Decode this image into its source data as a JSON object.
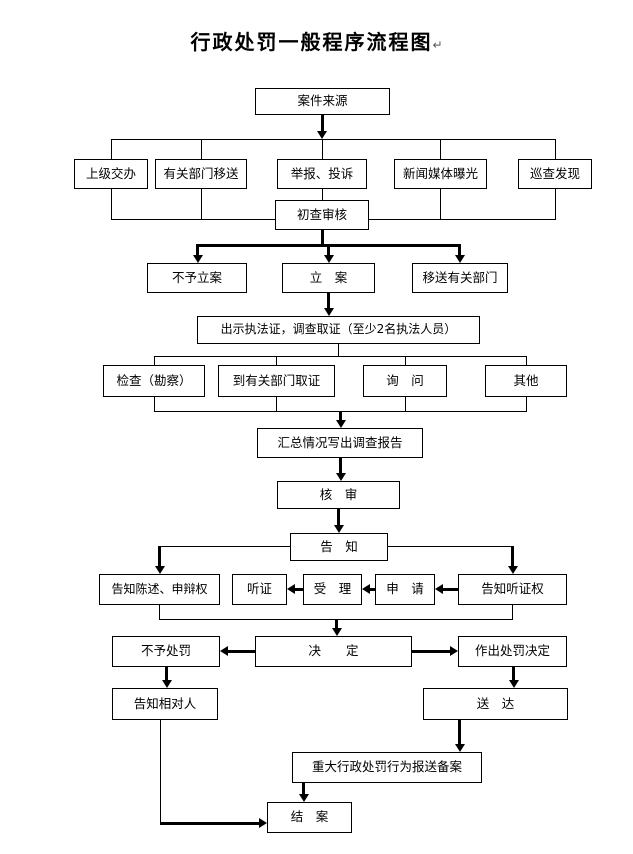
{
  "page": {
    "title": "行政处罚一般程序流程图",
    "paragraph_mark": "↵"
  },
  "nodes": {
    "case_source": {
      "label": "案件来源"
    },
    "superior_assign": {
      "label": "上级交办"
    },
    "dept_transfer_in": {
      "label": "有关部门移送"
    },
    "report_complaint": {
      "label": "举报、投诉"
    },
    "media_exposure": {
      "label": "新闻媒体曝光"
    },
    "patrol_discovery": {
      "label": "巡查发现"
    },
    "initial_review": {
      "label": "初查审核"
    },
    "no_case_filing": {
      "label": "不予立案"
    },
    "case_filing": {
      "label": "立　案"
    },
    "transfer_out": {
      "label": "移送有关部门"
    },
    "show_credentials": {
      "label": "出示执法证，调查取证（至少2名执法人员）"
    },
    "inspection": {
      "label": "检查（勘察）"
    },
    "dept_evidence": {
      "label": "到有关部门取证"
    },
    "inquiry": {
      "label": "询　问"
    },
    "other": {
      "label": "其他"
    },
    "summary_report": {
      "label": "汇总情况写出调查报告"
    },
    "verify_review": {
      "label": "核　审"
    },
    "notification": {
      "label": "告　知"
    },
    "notify_defense_right": {
      "label": "告知陈述、申辩权"
    },
    "hearing": {
      "label": "听证"
    },
    "acceptance": {
      "label": "受　理"
    },
    "application": {
      "label": "申　请"
    },
    "notify_hearing_right": {
      "label": "告知听证权"
    },
    "no_penalty": {
      "label": "不予处罚"
    },
    "decision": {
      "label": "决　　定"
    },
    "make_penalty_decision": {
      "label": "作出处罚决定"
    },
    "notify_party": {
      "label": "告知相对人"
    },
    "delivery": {
      "label": "送　达"
    },
    "major_penalty_filing": {
      "label": "重大行政处罚行为报送备案"
    },
    "case_closed": {
      "label": "结　案"
    }
  },
  "flow": [
    {
      "from": "case_source",
      "to": "superior_assign|dept_transfer_in|report_complaint|media_exposure|patrol_discovery"
    },
    {
      "from": "superior_assign|dept_transfer_in|report_complaint|media_exposure|patrol_discovery",
      "to": "initial_review"
    },
    {
      "from": "initial_review",
      "to": "no_case_filing|case_filing|transfer_out"
    },
    {
      "from": "case_filing",
      "to": "show_credentials"
    },
    {
      "from": "show_credentials",
      "to": "inspection|dept_evidence|inquiry|other"
    },
    {
      "from": "inspection|dept_evidence|inquiry|other",
      "to": "summary_report"
    },
    {
      "from": "summary_report",
      "to": "verify_review"
    },
    {
      "from": "verify_review",
      "to": "notification"
    },
    {
      "from": "notification",
      "to": "notify_defense_right|notify_hearing_right"
    },
    {
      "from": "notify_hearing_right",
      "to": "application"
    },
    {
      "from": "application",
      "to": "acceptance"
    },
    {
      "from": "acceptance",
      "to": "hearing"
    },
    {
      "from": "notify_defense_right|notify_hearing_right",
      "to": "decision"
    },
    {
      "from": "decision",
      "to": "no_penalty|make_penalty_decision"
    },
    {
      "from": "no_penalty",
      "to": "notify_party"
    },
    {
      "from": "make_penalty_decision",
      "to": "delivery"
    },
    {
      "from": "delivery",
      "to": "major_penalty_filing"
    },
    {
      "from": "major_penalty_filing",
      "to": "case_closed"
    },
    {
      "from": "notify_party",
      "to": "case_closed"
    }
  ]
}
